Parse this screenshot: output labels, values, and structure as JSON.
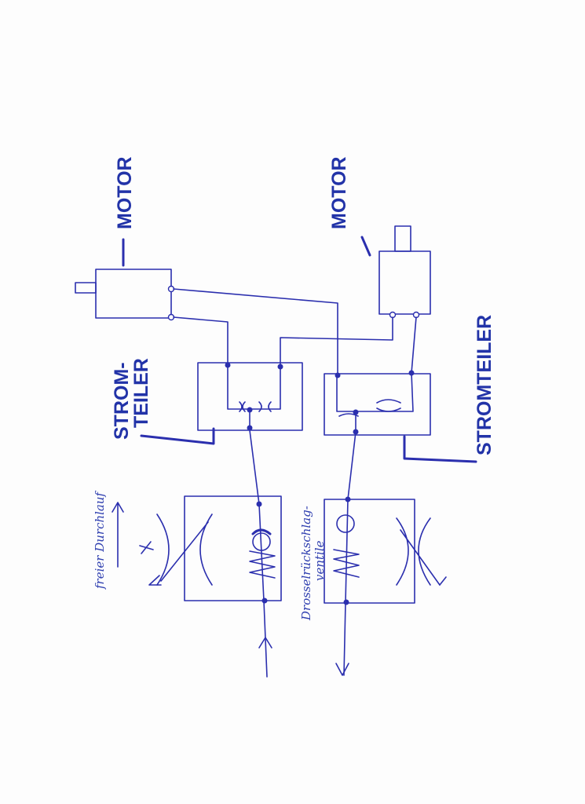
{
  "labels": {
    "motor_left": "MOTOR",
    "motor_right": "MOTOR",
    "stromteiler_left_line1": "STROM-",
    "stromteiler_left_line2": "TEILER",
    "stromteiler_right": "STROMTEILER",
    "free_flow": "freier Durchlauf",
    "valves_line1": "Drosselrückschlag-",
    "valves_line2": "ventile"
  },
  "colors": {
    "ink": "#2b2fae"
  }
}
